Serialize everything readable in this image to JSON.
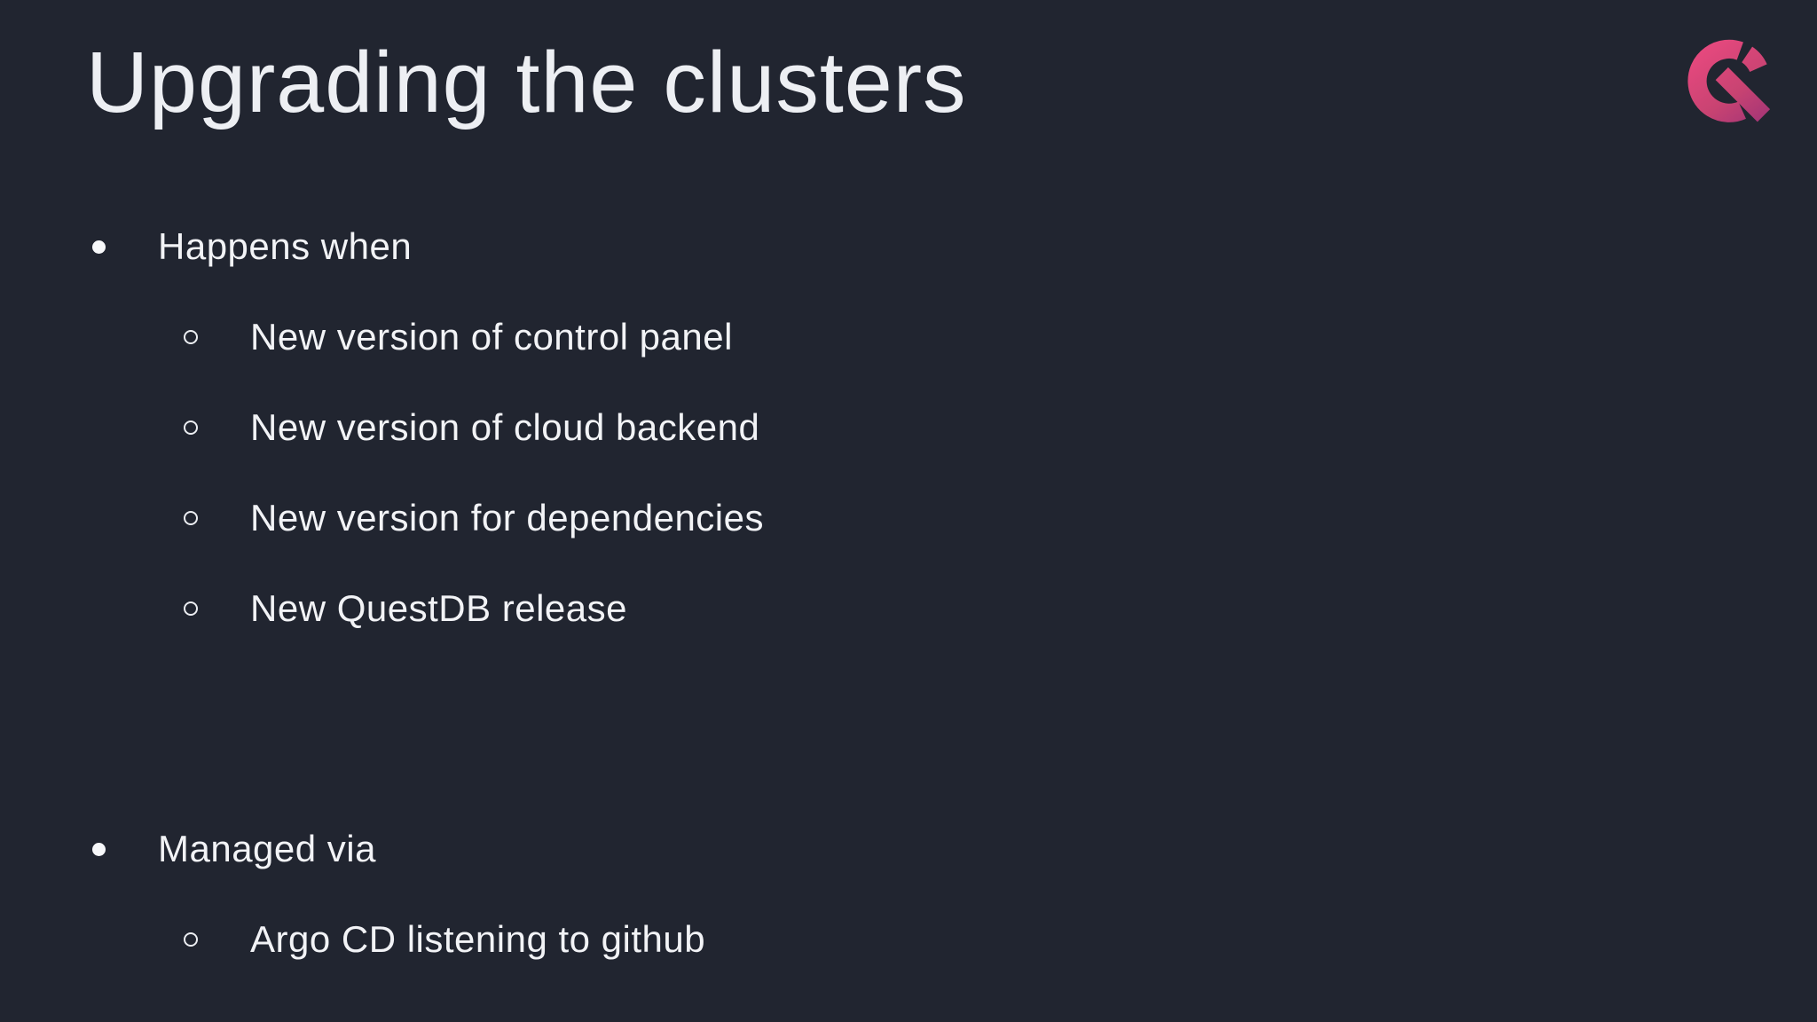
{
  "slide": {
    "title": "Upgrading the clusters",
    "colors": {
      "background": "#212530",
      "text": "#f2f3f6",
      "logo_gradient_start": "#e9497f",
      "logo_gradient_mid": "#c84372",
      "logo_gradient_end": "#9c3277"
    },
    "logo": {
      "name": "QuestDB logomark"
    },
    "bullets": [
      {
        "label": "Happens when",
        "children": [
          "New version of control panel",
          "New version of cloud backend",
          "New version for dependencies",
          "New QuestDB release"
        ]
      },
      {
        "label": "Managed via",
        "children": [
          "Argo CD listening to github"
        ]
      }
    ]
  }
}
